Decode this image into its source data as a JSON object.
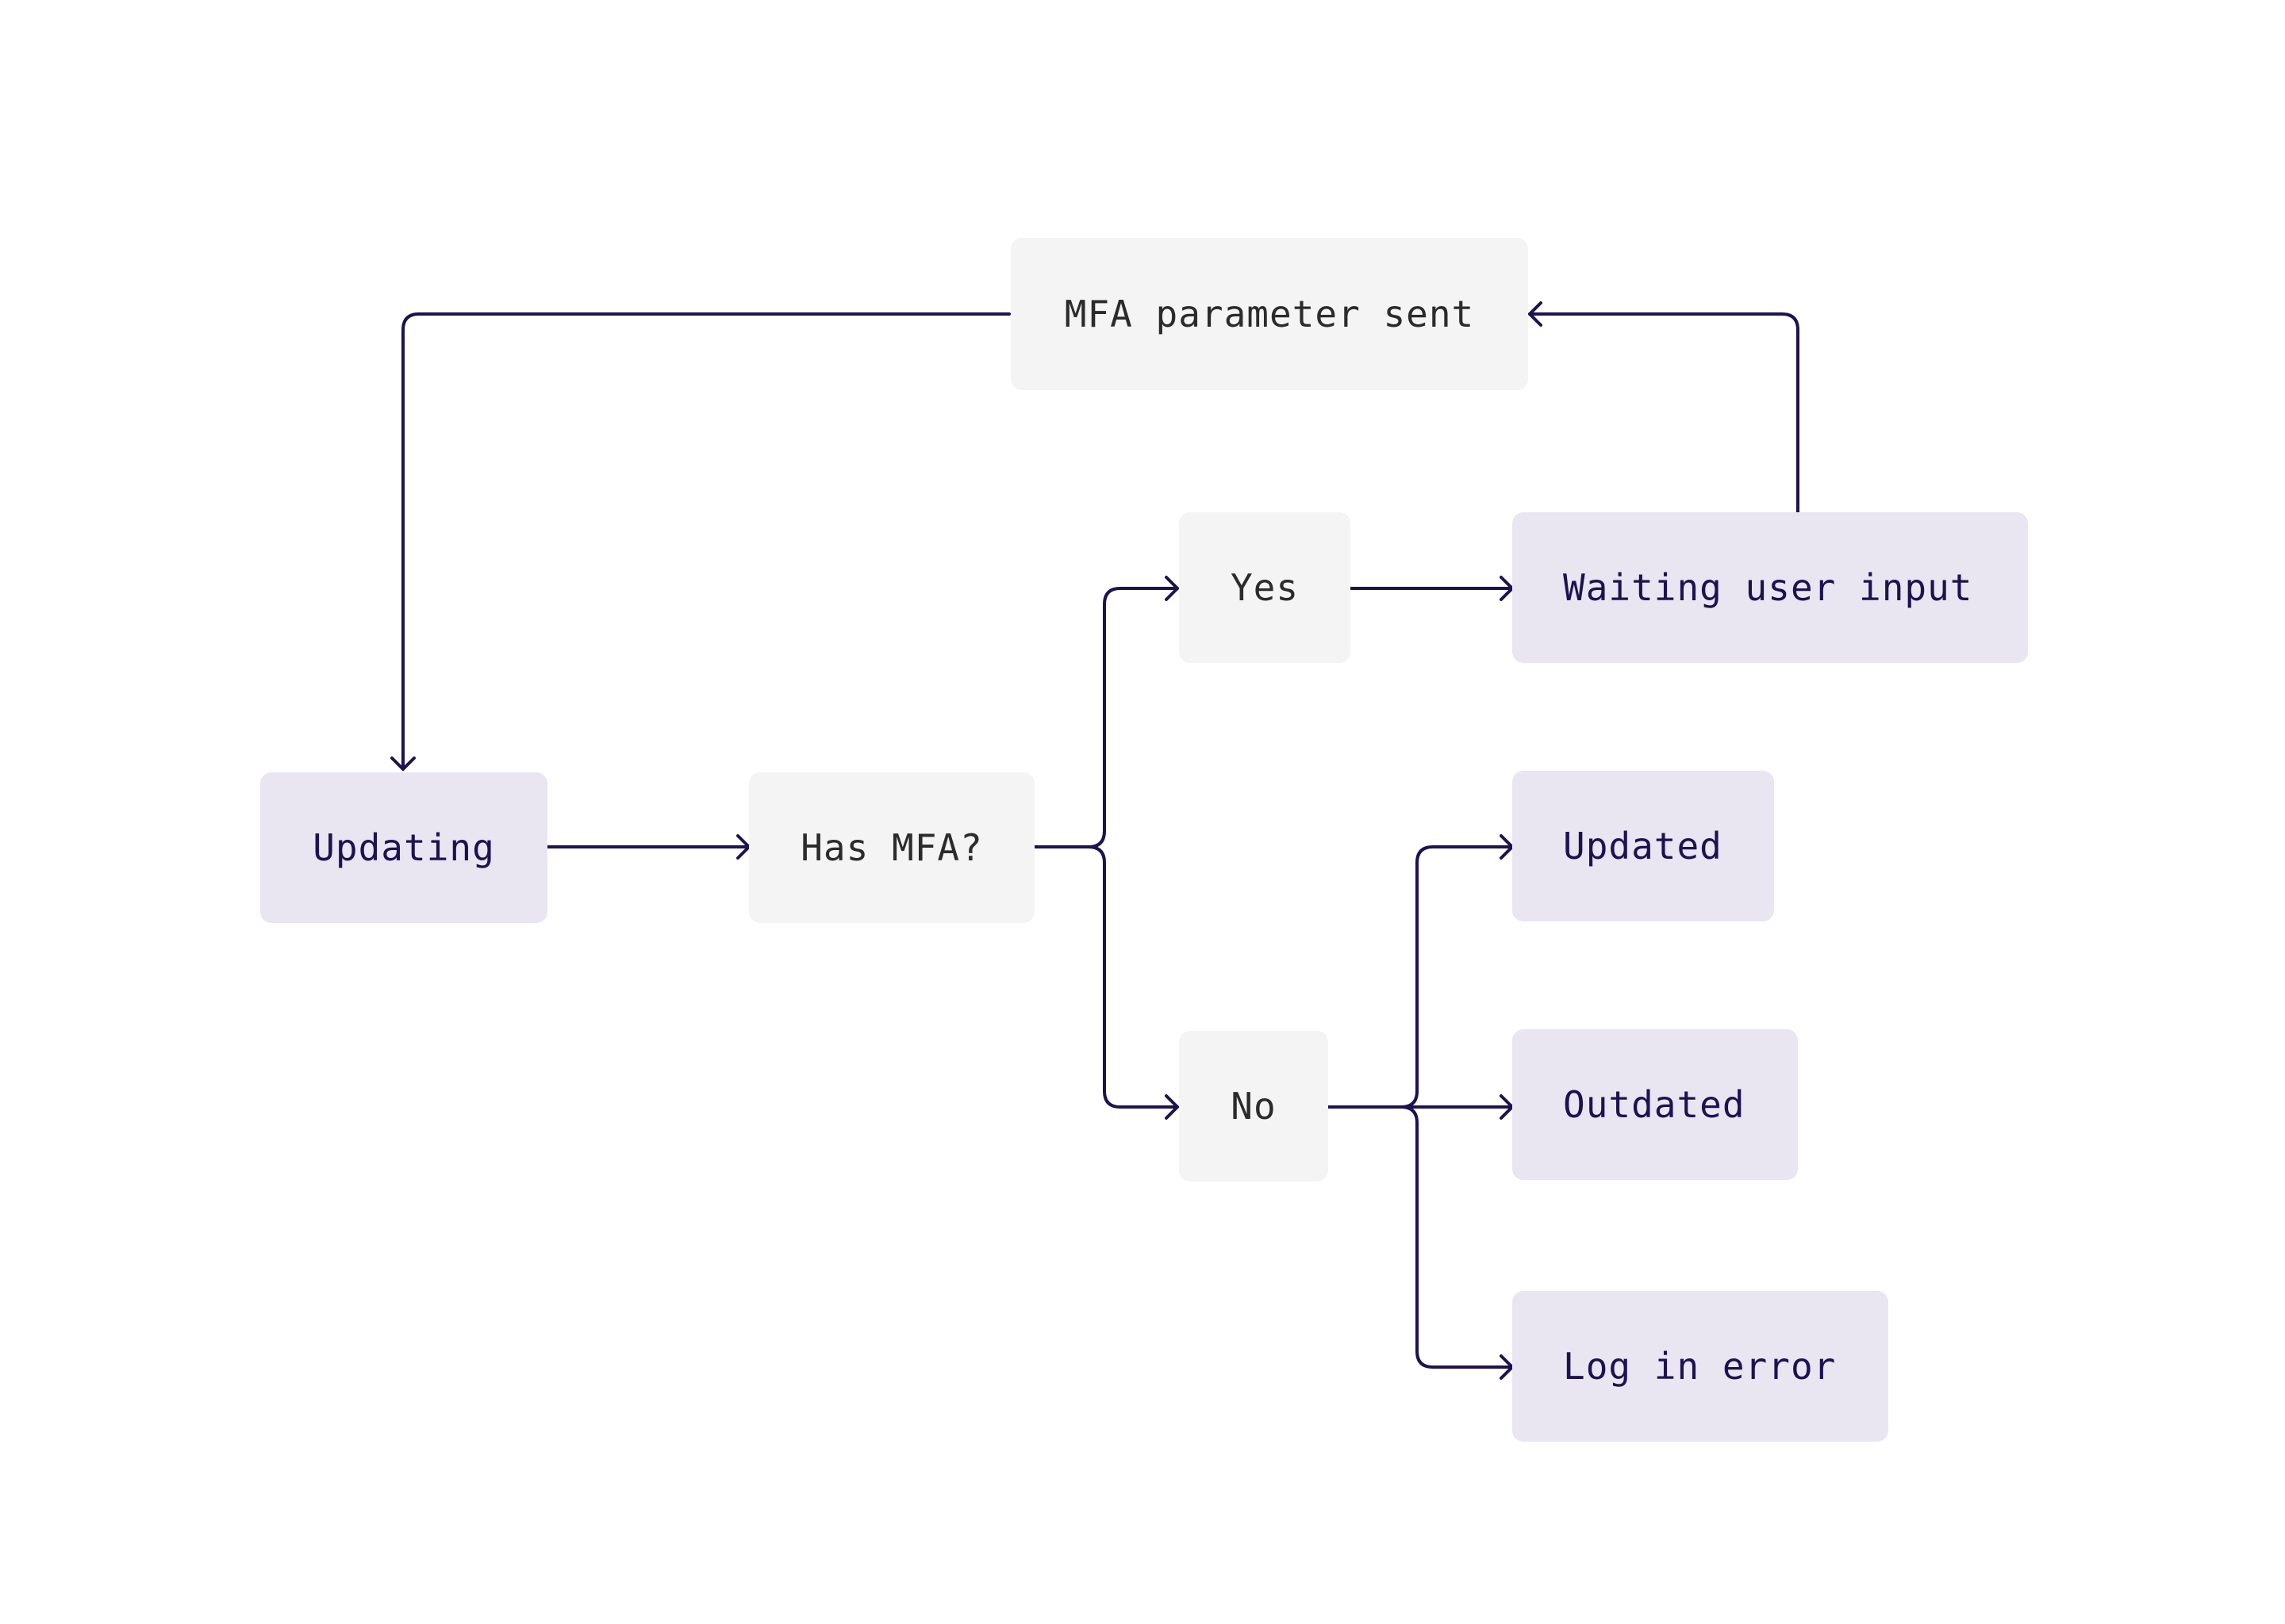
{
  "colors": {
    "connector": "#1e1250",
    "state_fill": "#e9e6f1",
    "state_text": "#1e1250",
    "decision_fill": "#f4f4f4",
    "decision_text": "#2b2b2b"
  },
  "nodes": {
    "mfa_parameter_sent": "MFA parameter sent",
    "updating": "Updating",
    "has_mfa": "Has MFA?",
    "yes": "Yes",
    "no": "No",
    "waiting_user_input": "Waiting user input",
    "updated": "Updated",
    "outdated": "Outdated",
    "log_in_error": "Log in error"
  },
  "edges": [
    {
      "from": "updating",
      "to": "has_mfa"
    },
    {
      "from": "has_mfa",
      "to": "yes"
    },
    {
      "from": "has_mfa",
      "to": "no"
    },
    {
      "from": "yes",
      "to": "waiting_user_input"
    },
    {
      "from": "waiting_user_input",
      "to": "mfa_parameter_sent"
    },
    {
      "from": "mfa_parameter_sent",
      "to": "updating"
    },
    {
      "from": "no",
      "to": "updated"
    },
    {
      "from": "no",
      "to": "outdated"
    },
    {
      "from": "no",
      "to": "log_in_error"
    }
  ]
}
